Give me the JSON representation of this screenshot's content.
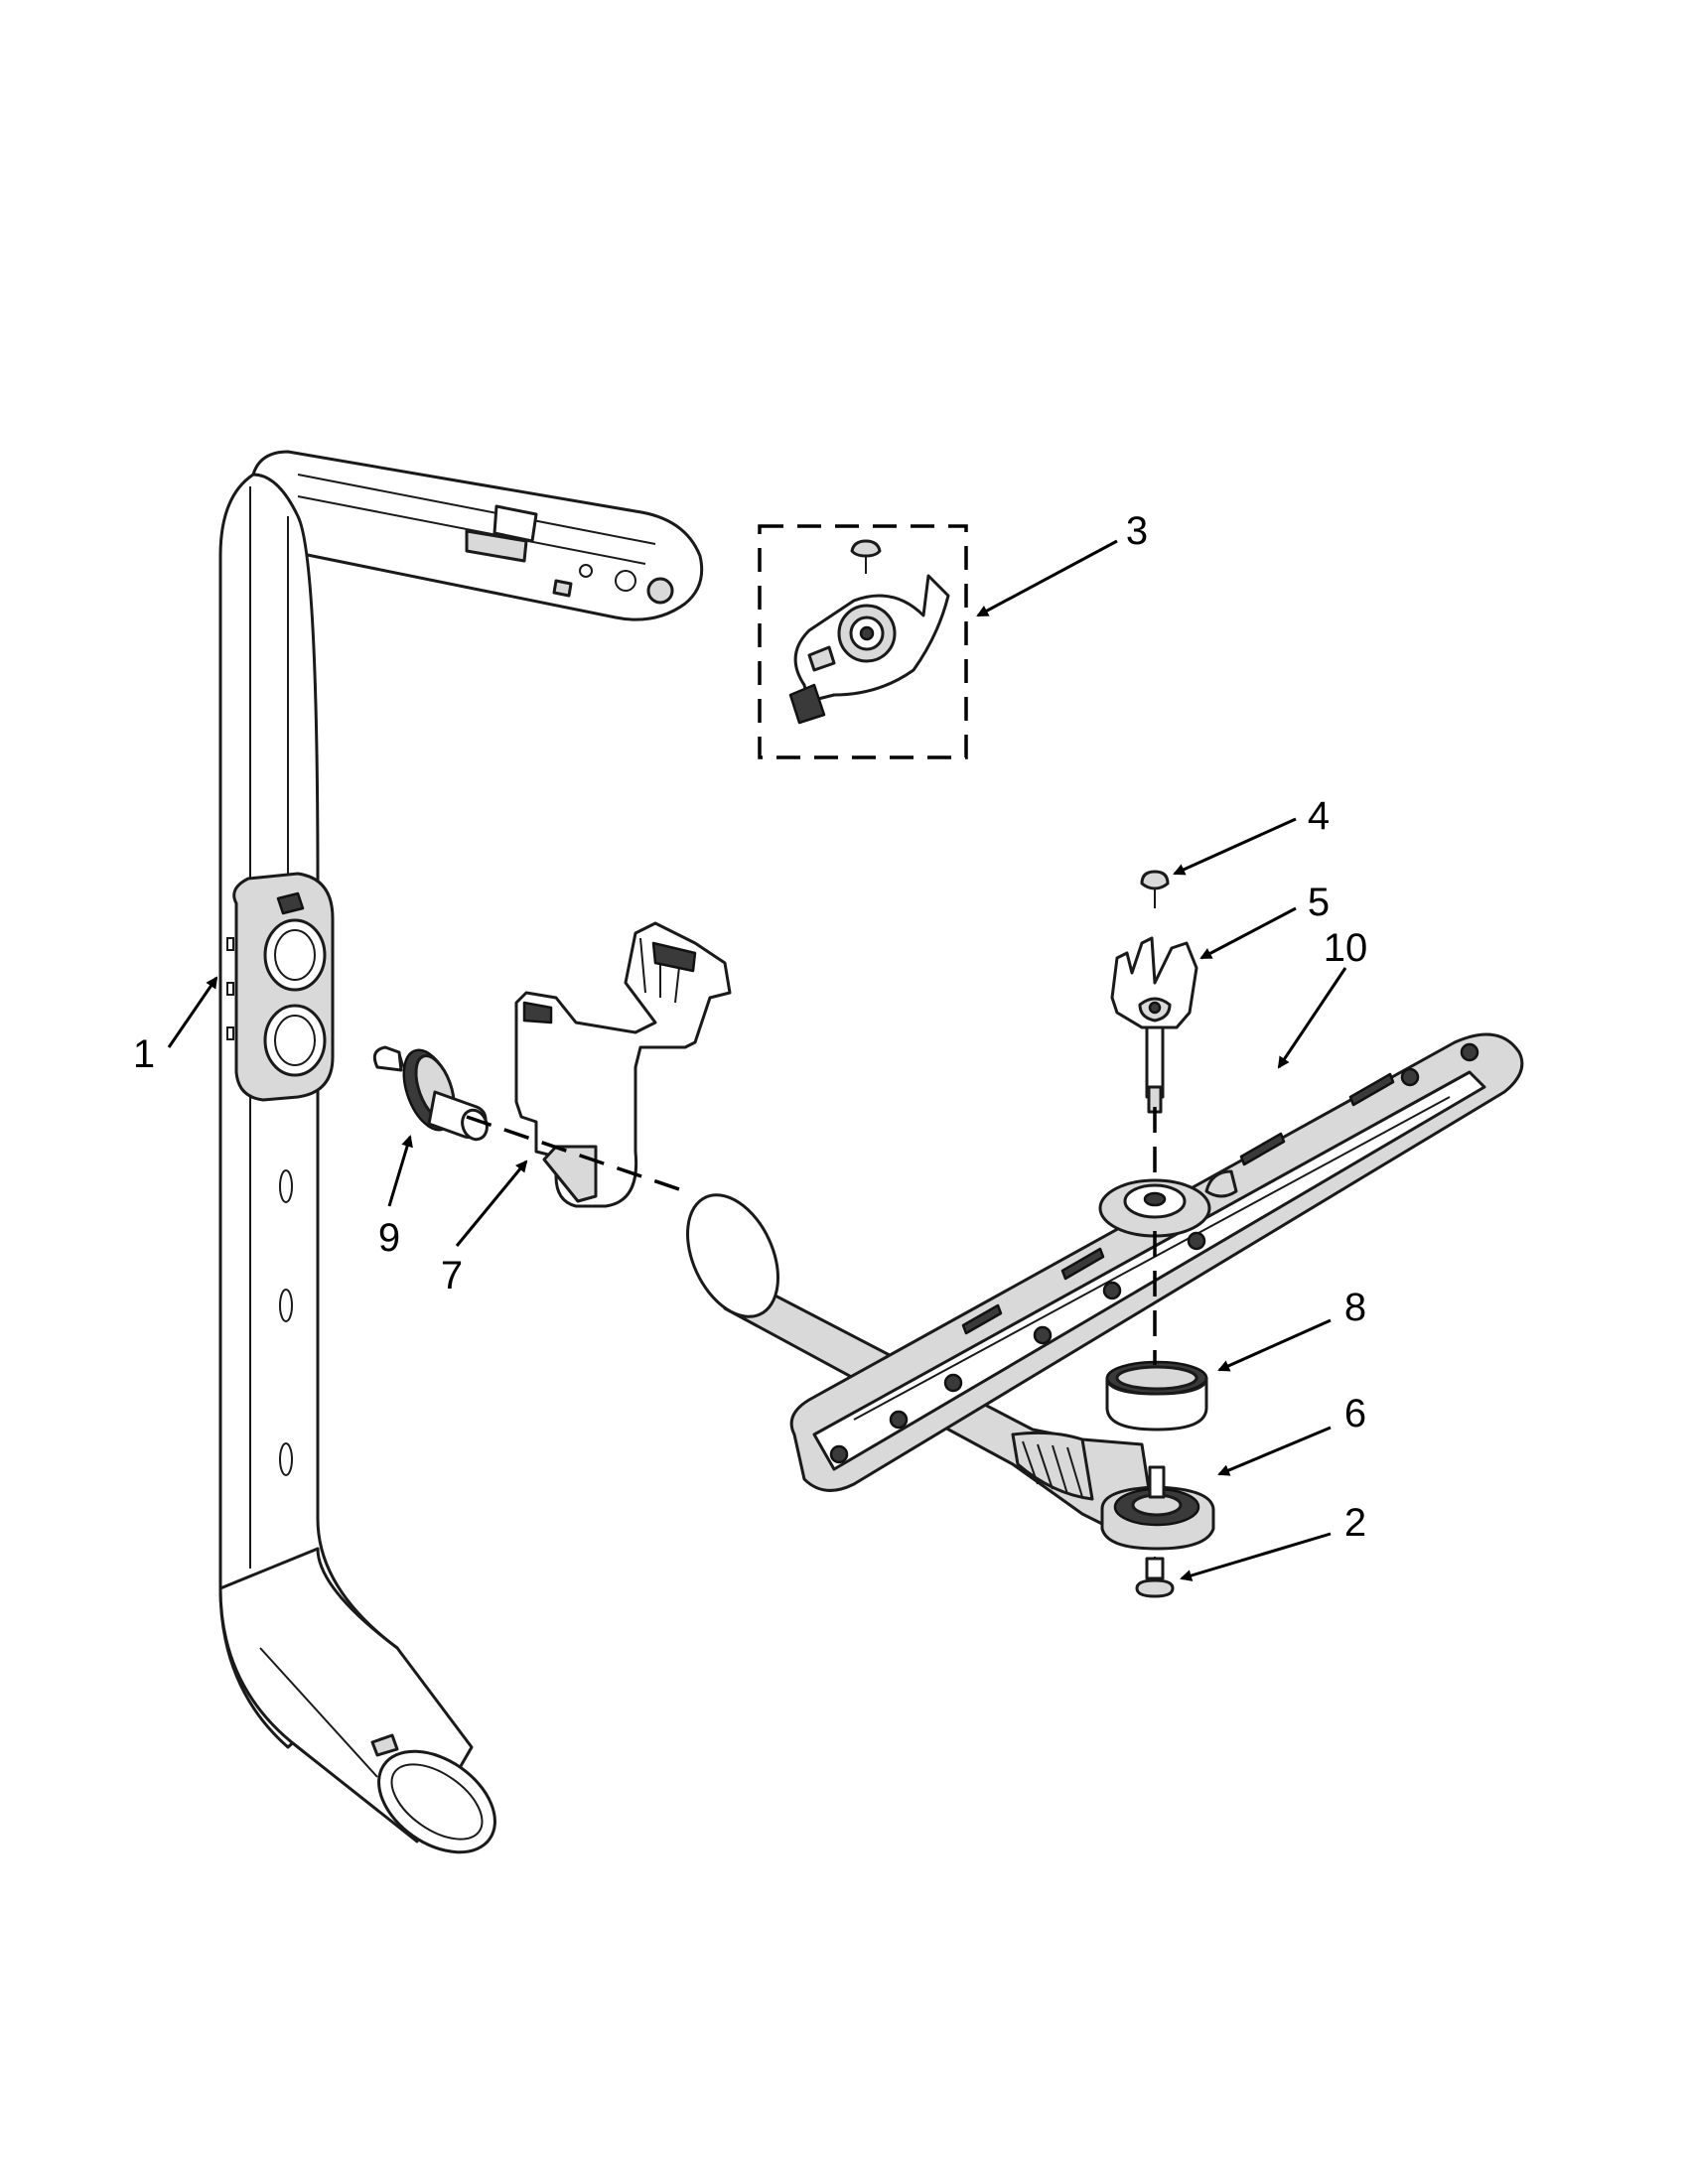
{
  "callouts": {
    "c1": "1",
    "c2": "2",
    "c3": "3",
    "c4": "4",
    "c5": "5",
    "c6": "6",
    "c7": "7",
    "c8": "8",
    "c9": "9",
    "c10": "10"
  },
  "colors": {
    "line": "#1a1a1a",
    "shade_light": "#d9d9d9",
    "shade_dark": "#3a3a3a",
    "background": "#ffffff"
  }
}
